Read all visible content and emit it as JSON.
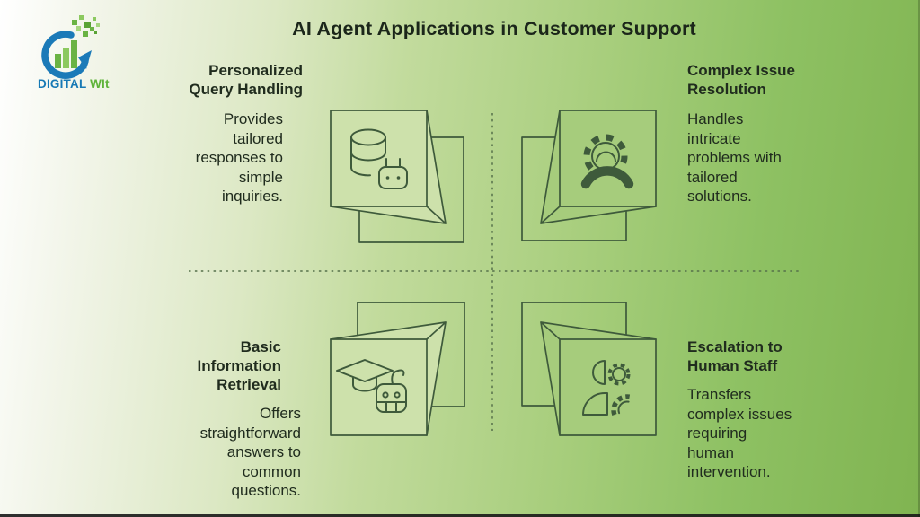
{
  "page": {
    "title": "AI Agent Applications in Customer Support"
  },
  "logo": {
    "text_primary": "DIGITAL",
    "text_accent": " WIt",
    "mark": "circular-arrow-with-bars-and-pixels"
  },
  "quadrants": [
    {
      "id": "top-left",
      "heading": "Personalized\nQuery Handling",
      "body": "Provides\ntailored\nresponses to\nsimple\ninquiries.",
      "icon": "database-robot-cube-icon"
    },
    {
      "id": "top-right",
      "heading": "Complex Issue\nResolution",
      "body": "Handles\nintricate\nproblems with\ntailored\nsolutions.",
      "icon": "gear-handset-cube-icon"
    },
    {
      "id": "bottom-left",
      "heading": "Basic\nInformation\nRetrieval",
      "body": "Offers\nstraightforward\nanswers to\ncommon\nquestions.",
      "icon": "graduation-cap-robot-cube-icon"
    },
    {
      "id": "bottom-right",
      "heading": "Escalation to\nHuman Staff",
      "body": "Transfers\ncomplex issues\nrequiring\nhuman\nintervention.",
      "icon": "person-gears-cube-icon"
    }
  ],
  "colors": {
    "background_left": "#ffffff",
    "background_right": "#80b451",
    "line_stroke": "#3e5a3b",
    "text": "#202c1e",
    "divider": "#55704a",
    "logo_blue": "#1779b5",
    "logo_green": "#5fb33a"
  }
}
